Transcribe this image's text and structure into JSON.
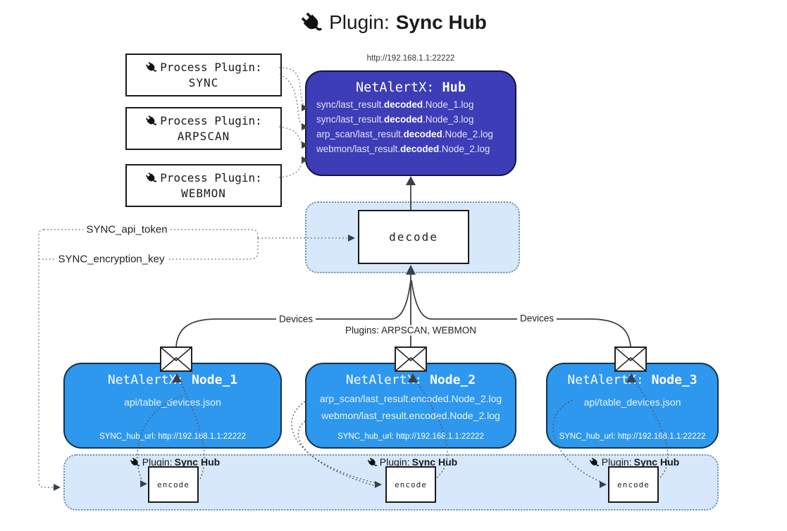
{
  "title": {
    "prefix": "Plugin: ",
    "name": "Sync Hub"
  },
  "process_plugins": [
    {
      "label": "Process Plugin:",
      "name": "SYNC"
    },
    {
      "label": "Process Plugin:",
      "name": "ARPSCAN"
    },
    {
      "label": "Process Plugin:",
      "name": "WEBMON"
    }
  ],
  "hub": {
    "url": "http://192.168.1.1:22222",
    "title_prefix": "NetAlertX: ",
    "title_name": "Hub",
    "logs": [
      {
        "pre": "sync/last_result.",
        "mid": "decoded",
        "post": ".Node_1.log"
      },
      {
        "pre": "sync/last_result.",
        "mid": "decoded",
        "post": ".Node_3.log"
      },
      {
        "pre": "arp_scan/last_result.",
        "mid": "decoded",
        "post": ".Node_2.log"
      },
      {
        "pre": "webmon/last_result.",
        "mid": "decoded",
        "post": ".Node_2.log"
      }
    ]
  },
  "decode_label": "decode",
  "secrets": {
    "api_token": "SYNC_api_token",
    "encryption_key": "SYNC_encryption_key"
  },
  "edge_labels": {
    "devices_left": "Devices",
    "plugins_mid": "Plugins: ARPSCAN, WEBMON",
    "devices_right": "Devices"
  },
  "nodes": [
    {
      "title_prefix": "NetAlertX: ",
      "title_name": "Node_1",
      "files": [
        "api/table_devices.json"
      ],
      "hub_url": "SYNC_hub_url: http://192.168.1.1:22222"
    },
    {
      "title_prefix": "NetAlertX: ",
      "title_name": "Node_2",
      "files": [
        "arp_scan/last_result.encoded.Node_2.log",
        "webmon/last_result.encoded.Node_2.log"
      ],
      "hub_url": "SYNC_hub_url: http://192.168.1.1:22222"
    },
    {
      "title_prefix": "NetAlertX: ",
      "title_name": "Node_3",
      "files": [
        "api/table_devices.json"
      ],
      "hub_url": "SYNC_hub_url: http://192.168.1.1:22222"
    }
  ],
  "encoders": [
    {
      "label_prefix": "Plugin: ",
      "label_name": "Sync Hub",
      "box_label": "encode"
    },
    {
      "label_prefix": "Plugin: ",
      "label_name": "Sync Hub",
      "box_label": "encode"
    },
    {
      "label_prefix": "Plugin: ",
      "label_name": "Sync Hub",
      "box_label": "encode"
    }
  ],
  "colors": {
    "hub_bg": "#3d3db8",
    "node_bg": "#2e97ee",
    "panel_bg": "#d6e8f9",
    "panel_border": "#7191ad",
    "line": "#404040",
    "text": "#1a1a1a"
  }
}
